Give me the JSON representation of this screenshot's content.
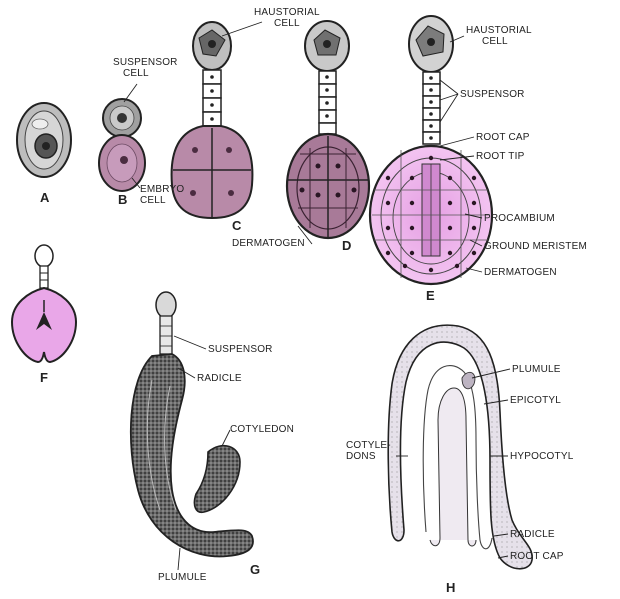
{
  "panels": {
    "a": "A",
    "b": "B",
    "c": "C",
    "d": "D",
    "e": "E",
    "f": "F",
    "g": "G",
    "h": "H"
  },
  "labels": {
    "suspensor_cell": [
      "SUSPENSOR",
      "CELL"
    ],
    "embryo_cell": [
      "EMBRYO",
      "CELL"
    ],
    "haustorial_cell_c": [
      "HAUSTORIAL",
      "CELL"
    ],
    "dermatogen_d": "DERMATOGEN",
    "haustorial_cell_e": [
      "HAUSTORIAL",
      "CELL"
    ],
    "suspensor_e": "SUSPENSOR",
    "root_cap_e": "ROOT CAP",
    "root_tip_e": "ROOT TIP",
    "procambium": "PROCAMBIUM",
    "ground_meristem": "GROUND MERISTEM",
    "dermatogen_e": "DERMATOGEN",
    "suspensor_g": "SUSPENSOR",
    "radicle_g": "RADICLE",
    "cotyledon_g": "COTYLEDON",
    "plumule_g": "PLUMULE",
    "plumule_h": "PLUMULE",
    "epicotyl_h": "EPICOTYL",
    "cotyledons_h": [
      "COTYLE-",
      "DONS"
    ],
    "hypocotyl_h": "HYPOCOTYL",
    "radicle_h": "RADICLE",
    "root_cap_h": "ROOT CAP"
  },
  "colors": {
    "pink_light": "#f0b8ee",
    "pink_mid": "#d99ad8",
    "mauve": "#b88aa8",
    "mauve_dark": "#8e5e80",
    "gray_cell": "#9a9a9a",
    "stroke": "#222222",
    "stipple": "#555555",
    "seedling_fill": "#e3dde6"
  }
}
